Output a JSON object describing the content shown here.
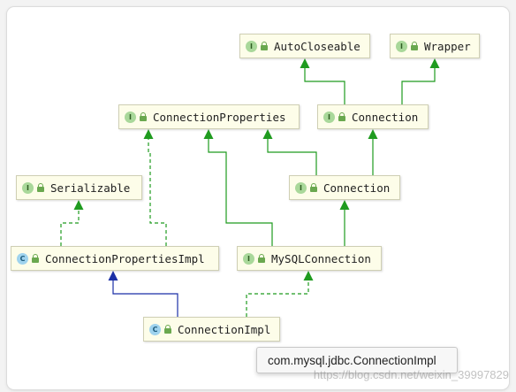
{
  "colors": {
    "implements_edge": "#1f9b1f",
    "extends_edge": "#1b2fa6",
    "node_fill": "#fdfde9",
    "interface_badge": "#a9d89a",
    "class_badge": "#9fd3ee"
  },
  "nodes": [
    {
      "id": "autocloseable",
      "kind": "interface",
      "badge": "I",
      "label": "AutoCloseable"
    },
    {
      "id": "wrapper",
      "kind": "interface",
      "badge": "I",
      "label": "Wrapper"
    },
    {
      "id": "connectionproperties",
      "kind": "interface",
      "badge": "I",
      "label": "ConnectionProperties"
    },
    {
      "id": "connection-sql",
      "kind": "interface",
      "badge": "I",
      "label": "Connection"
    },
    {
      "id": "serializable",
      "kind": "interface",
      "badge": "I",
      "label": "Serializable"
    },
    {
      "id": "connection-jdbc",
      "kind": "interface",
      "badge": "I",
      "label": "Connection"
    },
    {
      "id": "connectionpropertiesimpl",
      "kind": "class",
      "badge": "C",
      "label": "ConnectionPropertiesImpl"
    },
    {
      "id": "mysqlconnection",
      "kind": "interface",
      "badge": "I",
      "label": "MySQLConnection"
    },
    {
      "id": "connectionimpl",
      "kind": "class",
      "badge": "C",
      "label": "ConnectionImpl"
    }
  ],
  "edges": [
    {
      "from": "connection-sql",
      "to": "autocloseable",
      "style": "solid",
      "relation": "extends-interface"
    },
    {
      "from": "connection-sql",
      "to": "wrapper",
      "style": "solid",
      "relation": "extends-interface"
    },
    {
      "from": "connection-jdbc",
      "to": "connectionproperties",
      "style": "solid",
      "relation": "extends-interface"
    },
    {
      "from": "connection-jdbc",
      "to": "connection-sql",
      "style": "solid",
      "relation": "extends-interface"
    },
    {
      "from": "mysqlconnection",
      "to": "connectionproperties",
      "style": "solid",
      "relation": "extends-interface"
    },
    {
      "from": "mysqlconnection",
      "to": "connection-jdbc",
      "style": "solid",
      "relation": "extends-interface"
    },
    {
      "from": "connectionpropertiesimpl",
      "to": "serializable",
      "style": "dashed",
      "relation": "implements"
    },
    {
      "from": "connectionpropertiesimpl",
      "to": "connectionproperties",
      "style": "dashed",
      "relation": "implements"
    },
    {
      "from": "connectionimpl",
      "to": "connectionpropertiesimpl",
      "style": "solid-blue",
      "relation": "extends-class"
    },
    {
      "from": "connectionimpl",
      "to": "mysqlconnection",
      "style": "dashed",
      "relation": "implements"
    }
  ],
  "tooltip": {
    "text": "com.mysql.jdbc.ConnectionImpl"
  },
  "watermark": {
    "text": "https://blog.csdn.net/weixin_39997829"
  }
}
